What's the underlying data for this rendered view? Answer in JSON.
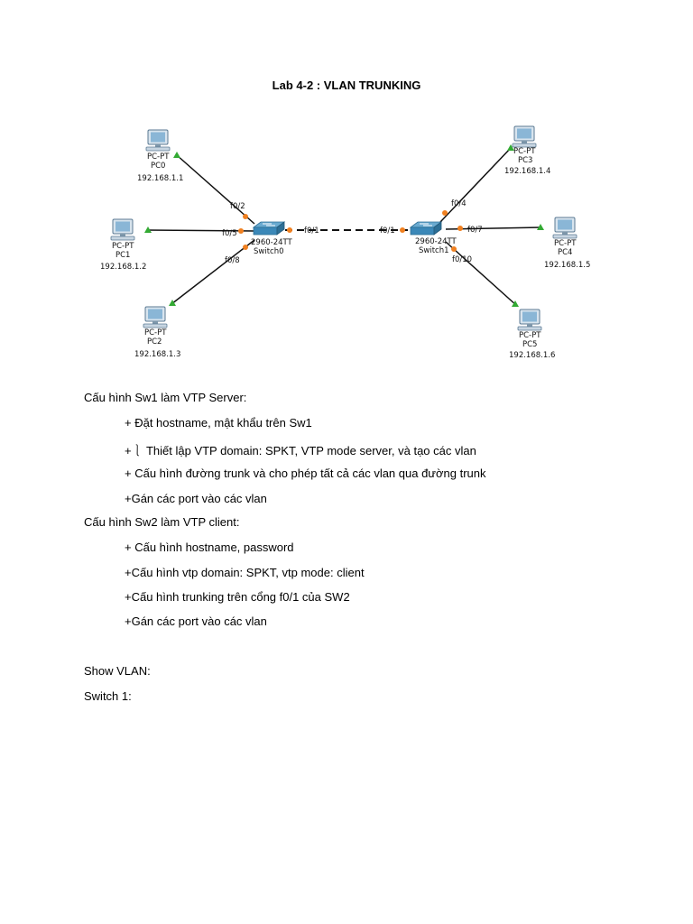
{
  "title": "Lab 4-2 : VLAN TRUNKING",
  "diagram": {
    "devices": [
      {
        "id": "pc0",
        "type": "PC-PT",
        "name": "PC0",
        "ip": "192.168.1.1"
      },
      {
        "id": "pc1",
        "type": "PC-PT",
        "name": "PC1",
        "ip": "192.168.1.2"
      },
      {
        "id": "pc2",
        "type": "PC-PT",
        "name": "PC2",
        "ip": "192.168.1.3"
      },
      {
        "id": "pc3",
        "type": "PC-PT",
        "name": "PC3",
        "ip": "192.168.1.4"
      },
      {
        "id": "pc4",
        "type": "PC-PT",
        "name": "PC4",
        "ip": "192.168.1.5"
      },
      {
        "id": "pc5",
        "type": "PC-PT",
        "name": "PC5",
        "ip": "192.168.1.6"
      },
      {
        "id": "sw0",
        "model": "2960-24TT",
        "name": "Switch0"
      },
      {
        "id": "sw1",
        "model": "2960-24TT",
        "name": "Switch1"
      }
    ],
    "ports": {
      "sw0_pc0": "f0/2",
      "sw0_pc1": "f0/5",
      "sw0_pc2": "f0/8",
      "sw0_trunk": "f0/1",
      "sw1_trunk": "f0/1",
      "sw1_pc3": "f0/4",
      "sw1_pc4": "f0/7",
      "sw1_pc5": "f0/10"
    },
    "colors": {
      "link": "#111111",
      "port_up": "#33aa33",
      "port_blocking": "#f08020",
      "device": "#4a90b8"
    }
  },
  "lines": [
    {
      "text": "Cấu hình Sw1 làm VTP Server:"
    },
    {
      "text": "+ Đặt hostname, mật khẩu trên Sw1"
    },
    {
      "text": "+⎱ Thiết lập VTP domain: SPKT, VTP mode server, và tạo các vlan"
    },
    {
      "text": "+ Cấu hình đường trunk và cho phép tất cả các vlan qua đường trunk"
    },
    {
      "text": "+Gán các port vào các vlan"
    },
    {
      "text": "Cấu hình Sw2 làm VTP client:"
    },
    {
      "text": "+ Cấu hình hostname, password"
    },
    {
      "text": "+Cấu hình vtp domain: SPKT, vtp mode: client"
    },
    {
      "text": "+Cấu hình trunking trên cổng f0/1 của SW2"
    },
    {
      "text": "+Gán các port vào các vlan"
    },
    {
      "text": "Show VLAN:"
    },
    {
      "text": "Switch 1:"
    }
  ]
}
